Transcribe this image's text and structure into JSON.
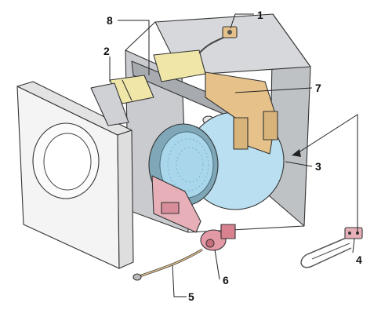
{
  "diagram": {
    "callouts": [
      {
        "id": "1",
        "text": "1"
      },
      {
        "id": "2",
        "text": "2"
      },
      {
        "id": "3",
        "text": "3"
      },
      {
        "id": "4",
        "text": "4"
      },
      {
        "id": "5",
        "text": "5"
      },
      {
        "id": "6",
        "text": "6"
      },
      {
        "id": "7",
        "text": "7"
      },
      {
        "id": "8",
        "text": "8"
      }
    ],
    "colors": {
      "cabinet": "#c9cbce",
      "cabinet_dark": "#9fa2a6",
      "drum": "#a9d6ea",
      "tank": "#b9dff0",
      "heater_block": "#e7b0b8",
      "pump": "#e39aa6",
      "motor": "#e6c28a",
      "detergent_drawer": "#efe6a8",
      "door_panel": "#f4f4f4"
    }
  }
}
